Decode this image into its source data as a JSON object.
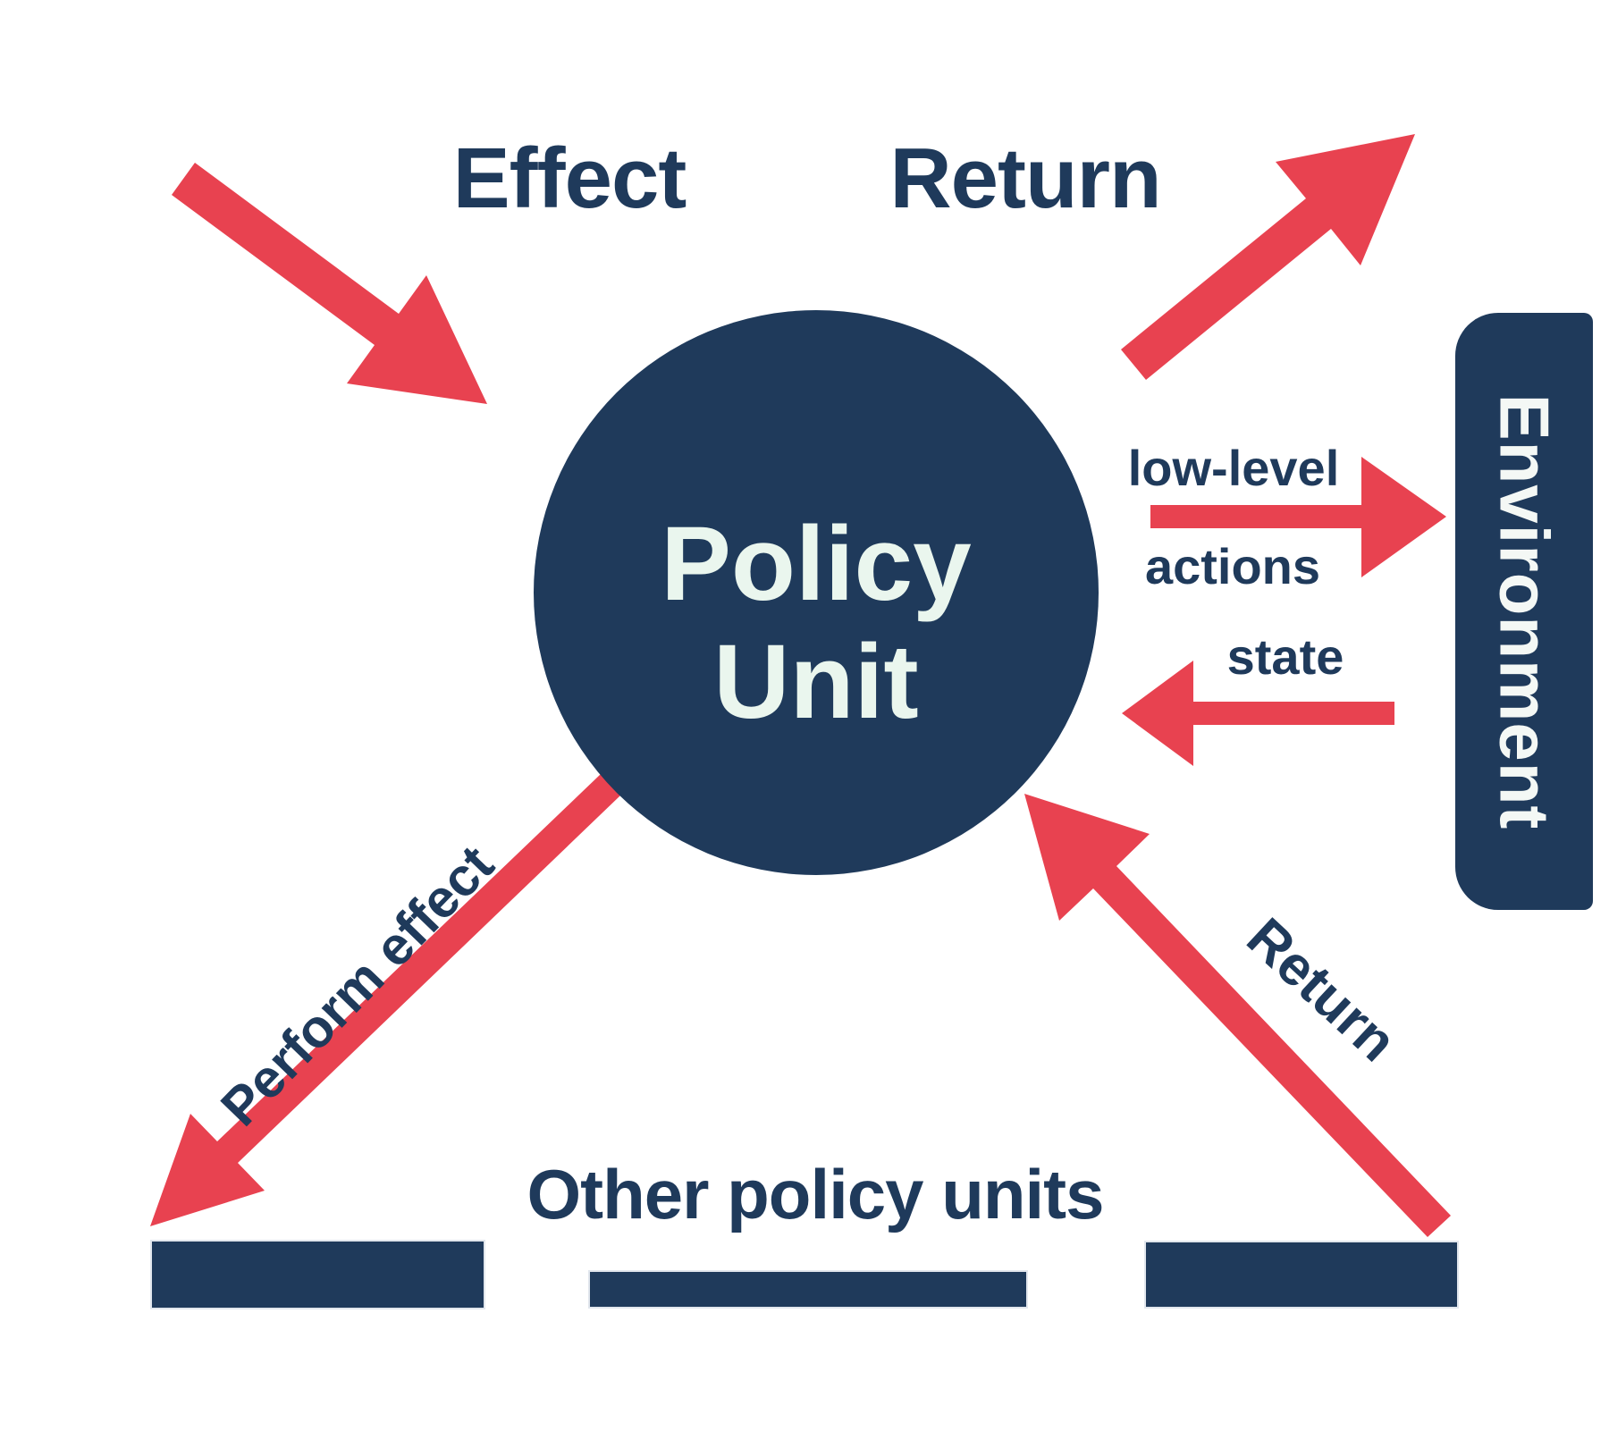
{
  "colors": {
    "background": "#ffffff",
    "navy": "#1f3a5b",
    "red": "#e84250",
    "mint": "#eaf6ee",
    "environment_text": "#f4f8f5"
  },
  "nodes": {
    "policy_unit": {
      "line1": "Policy",
      "line2": "Unit"
    },
    "environment": {
      "label": "Environment"
    },
    "other_policy_units": {
      "label": "Other policy units",
      "bar_count": 3
    }
  },
  "arrow_labels": {
    "effect": "Effect",
    "return_top": "Return",
    "low_level": "low-level",
    "actions": "actions",
    "state": "state",
    "perform_effect": "Perform effect",
    "return_bottom": "Return"
  }
}
